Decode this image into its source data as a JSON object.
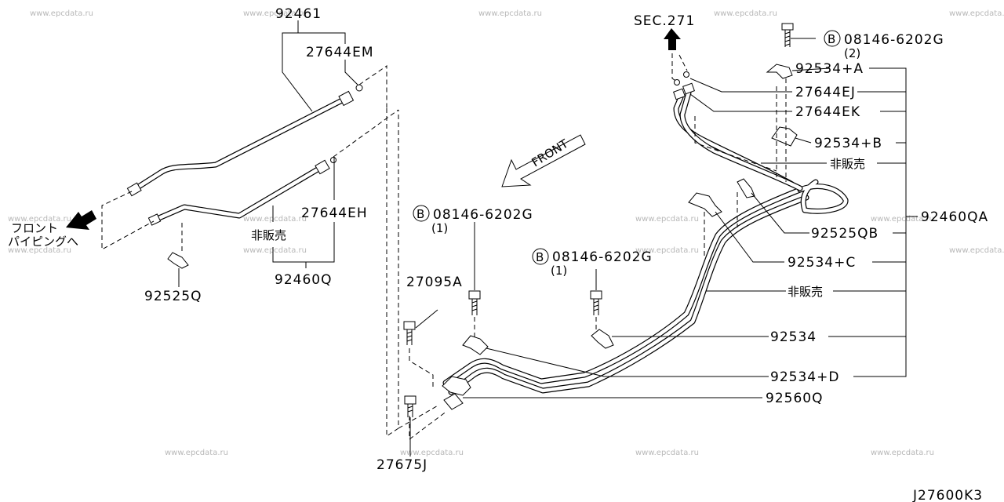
{
  "watermark": "www.epcdata.ru",
  "diagram_code": "J27600K3",
  "labels": {
    "p92461": "92461",
    "p27644EM": "27644EM",
    "p27644EH": "27644EH",
    "hihanbai_left": "非販売",
    "p92460Q": "92460Q",
    "p92525Q": "92525Q",
    "front_piping_line1": "フロント",
    "front_piping_line2": "パイピングへ",
    "front": "FRONT",
    "sec271": "SEC.271",
    "bolt_top_num": "08146-6202G",
    "bolt_top_qty": "(2)",
    "p92534A": "92534+A",
    "p27644EJ": "27644EJ",
    "p27644EK": "27644EK",
    "p92534B": "92534+B",
    "hihanbai_right1": "非販売",
    "p92460QA": "92460QA",
    "p92525QB": "92525QB",
    "p92534C": "92534+C",
    "hihanbai_right2": "非販売",
    "p92534": "92534",
    "p92534D": "92534+D",
    "p92560Q": "92560Q",
    "bolt_mid1_num": "08146-6202G",
    "bolt_mid1_qty": "(1)",
    "bolt_mid2_num": "08146-6202G",
    "bolt_mid2_qty": "(1)",
    "p27095A": "27095A",
    "p27675J": "27675J",
    "circle_b": "B"
  }
}
